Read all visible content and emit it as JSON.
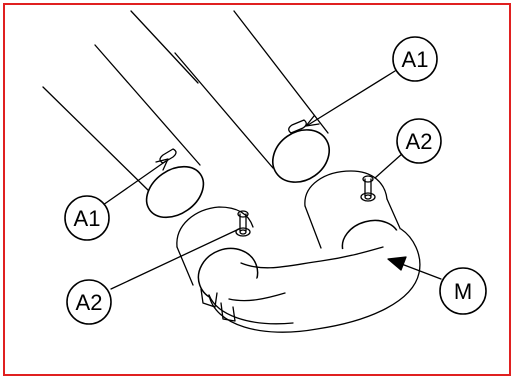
{
  "colors": {
    "frame_border": "#e02020",
    "line": "#000000",
    "fill": "#ffffff"
  },
  "callouts": [
    {
      "id": "a1-top",
      "label": "A1"
    },
    {
      "id": "a2-top",
      "label": "A2"
    },
    {
      "id": "a1-left",
      "label": "A1"
    },
    {
      "id": "a2-left",
      "label": "A2"
    },
    {
      "id": "m",
      "label": "M"
    }
  ]
}
